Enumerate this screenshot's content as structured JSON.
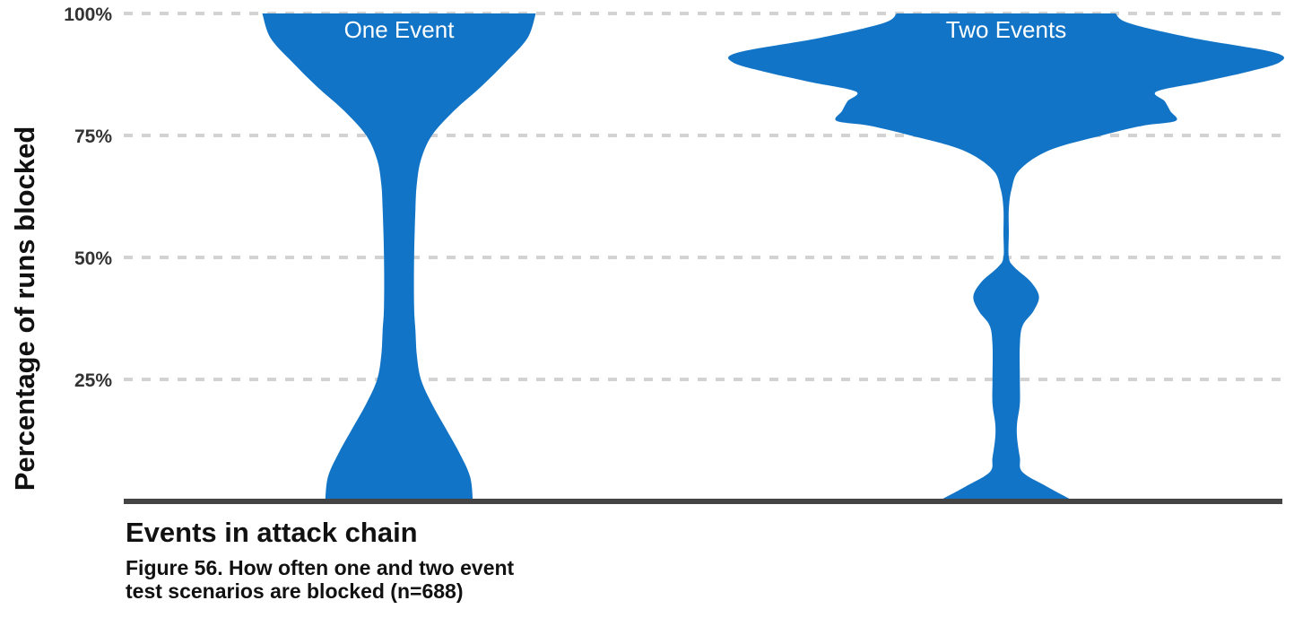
{
  "chart_data": {
    "type": "violin",
    "categories": [
      "One Event",
      "Two Events"
    ],
    "xlabel": "Events in attack chain",
    "ylabel": "Percentage of runs blocked",
    "yticks": [
      "25%",
      "50%",
      "75%",
      "100%"
    ],
    "ytick_values": [
      25,
      50,
      75,
      100
    ],
    "ylim": [
      0,
      100
    ],
    "grid": true,
    "color": "#1174c6",
    "series": [
      {
        "category": "One Event",
        "density": [
          {
            "y": 0,
            "w": 0.27
          },
          {
            "y": 5,
            "w": 0.26
          },
          {
            "y": 10,
            "w": 0.22
          },
          {
            "y": 15,
            "w": 0.17
          },
          {
            "y": 20,
            "w": 0.12
          },
          {
            "y": 25,
            "w": 0.08
          },
          {
            "y": 30,
            "w": 0.065
          },
          {
            "y": 35,
            "w": 0.06
          },
          {
            "y": 40,
            "w": 0.055
          },
          {
            "y": 50,
            "w": 0.055
          },
          {
            "y": 60,
            "w": 0.06
          },
          {
            "y": 65,
            "w": 0.065
          },
          {
            "y": 70,
            "w": 0.08
          },
          {
            "y": 75,
            "w": 0.12
          },
          {
            "y": 80,
            "w": 0.2
          },
          {
            "y": 85,
            "w": 0.3
          },
          {
            "y": 90,
            "w": 0.39
          },
          {
            "y": 95,
            "w": 0.47
          },
          {
            "y": 100,
            "w": 0.5
          }
        ]
      },
      {
        "category": "Two Events",
        "density": [
          {
            "y": 0,
            "w": 0.25
          },
          {
            "y": 3,
            "w": 0.15
          },
          {
            "y": 6,
            "w": 0.06
          },
          {
            "y": 9,
            "w": 0.05
          },
          {
            "y": 13,
            "w": 0.04
          },
          {
            "y": 16,
            "w": 0.04
          },
          {
            "y": 20,
            "w": 0.05
          },
          {
            "y": 25,
            "w": 0.05
          },
          {
            "y": 32,
            "w": 0.05
          },
          {
            "y": 36,
            "w": 0.06
          },
          {
            "y": 39,
            "w": 0.1
          },
          {
            "y": 42,
            "w": 0.12
          },
          {
            "y": 45,
            "w": 0.09
          },
          {
            "y": 48,
            "w": 0.03
          },
          {
            "y": 50,
            "w": 0.01
          },
          {
            "y": 55,
            "w": 0.01
          },
          {
            "y": 60,
            "w": 0.01
          },
          {
            "y": 64,
            "w": 0.02
          },
          {
            "y": 68,
            "w": 0.05
          },
          {
            "y": 72,
            "w": 0.16
          },
          {
            "y": 75,
            "w": 0.35
          },
          {
            "y": 77,
            "w": 0.5
          },
          {
            "y": 78,
            "w": 0.62
          },
          {
            "y": 80,
            "w": 0.6
          },
          {
            "y": 82,
            "w": 0.58
          },
          {
            "y": 84,
            "w": 0.55
          },
          {
            "y": 86,
            "w": 0.72
          },
          {
            "y": 88,
            "w": 0.88
          },
          {
            "y": 90,
            "w": 1.0
          },
          {
            "y": 92,
            "w": 0.98
          },
          {
            "y": 95,
            "w": 0.68
          },
          {
            "y": 98,
            "w": 0.45
          },
          {
            "y": 100,
            "w": 0.4
          }
        ]
      }
    ]
  },
  "caption": {
    "xlabel": "Events in attack chain",
    "figure": "Figure 56.  How often one and two event test scenarios are blocked (n=688)"
  }
}
